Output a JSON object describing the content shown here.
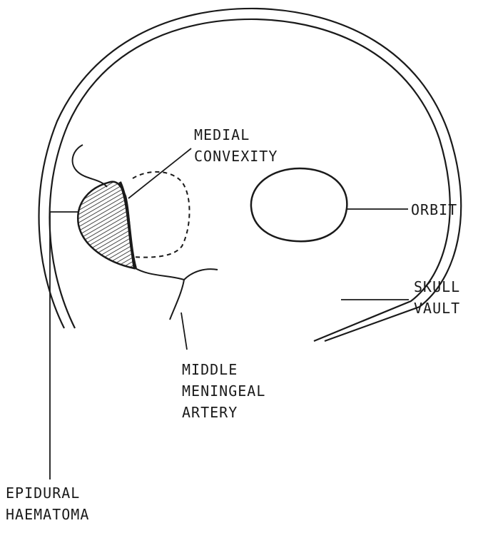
{
  "labels": {
    "medial_convexity": [
      "MEDIAL",
      "CONVEXITY"
    ],
    "orbit": "ORBIT",
    "skull_vault": [
      "SKULL",
      "VAULT"
    ],
    "middle_meningeal_artery": [
      "MIDDLE",
      "MENINGEAL",
      "ARTERY"
    ],
    "epidural_haematoma": [
      "EPIDURAL",
      "HAEMATOMA"
    ]
  },
  "colors": {
    "ink": "#1a1a1a",
    "background": "#ffffff"
  }
}
